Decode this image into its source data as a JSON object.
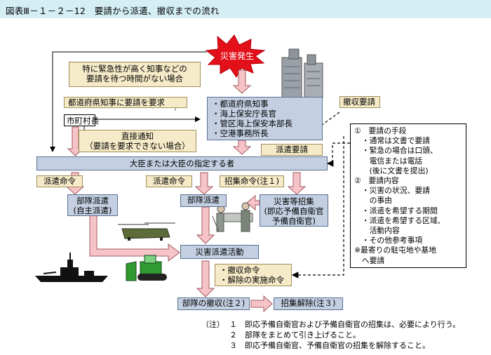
{
  "title": "図表Ⅲ－１－２－12　要請から派遣、撤収までの流れ",
  "nodes": {
    "disaster": "災害発生",
    "urgent_note": [
      "特に緊急性が高く知事などの",
      "要請を待つ時間がない場合"
    ],
    "request_governor": "都道府県知事に要請を要求",
    "mayor": "市町村長",
    "requesters": [
      "・都道府県知事",
      "・海上保安庁長官",
      "・管区海上保安本部長",
      "・空港事務所長"
    ],
    "withdraw_request": "撤収要請",
    "direct_notice": [
      "直接通知",
      "（要請を要求できない場合）"
    ],
    "dispatch_request": "派遣要請",
    "minister": "大臣または大臣の指定する者",
    "dispatch_order_left": "派遣命令",
    "dispatch_order_mid": "派遣命令",
    "call_order": "招集命令(注１)",
    "autonomous": [
      "部隊派遣",
      "(自主派遣)"
    ],
    "unit_dispatch": "部隊派遣",
    "disaster_call": [
      "災害等招集",
      "(即応予備自衛官",
      "予備自衛官)"
    ],
    "relief_activity": "災害派遣活動",
    "withdraw_orders": [
      "・撤収命令",
      "・解除の実施命令"
    ],
    "unit_withdraw": "部隊の撤収(注２)",
    "call_release": "招集解除(注３)"
  },
  "request_info": [
    "①　要請の手段",
    "　・通常は文書で要請",
    "　・緊急の場合は口頭、",
    "　　電信または電話",
    "　　(後に文書を提出)",
    "②　要請内容",
    "　・災害の状況、要請",
    "　　の事由",
    "　・派遣を希望する期間",
    "　・派遣を希望する区域、",
    "　　活動内容",
    "　・その他参考事項",
    "※最寄りの駐屯地や基地",
    "　へ要請"
  ],
  "notes": {
    "label": "（注）",
    "items": [
      "１　即応予備自衛官および予備自衛官の招集は、必要により行う。",
      "２　部隊をまとめて引き上げること。",
      "３　即応予備自衛官、予備自衛官の招集を解除すること。"
    ]
  },
  "colors": {
    "title_band": "#d4eef3",
    "flow_box": "#c4d0e2",
    "order_box": "#f6ebc8",
    "arrow_fill": "#f6c4c8",
    "burst_red": "#e3101a"
  },
  "pictures": [
    "building-icon",
    "helicopter-icon",
    "rescue-team-icon",
    "warship-icon",
    "bulldozer-icon"
  ]
}
